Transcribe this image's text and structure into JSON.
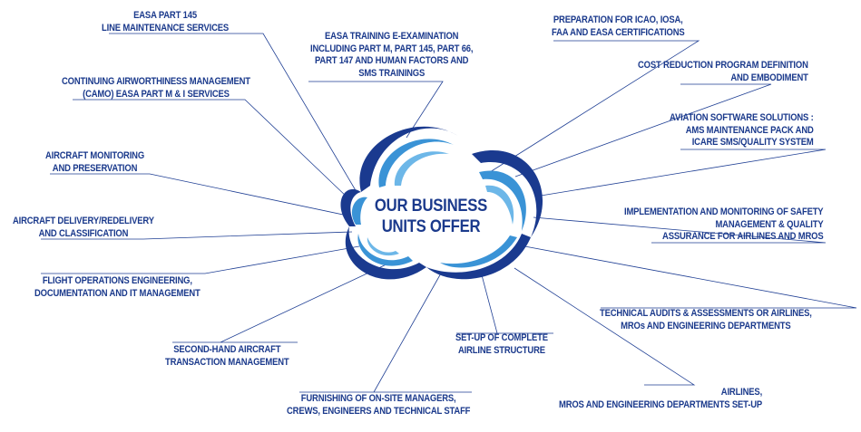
{
  "center": {
    "lines": [
      "OUR BUSINESS",
      "UNITS OFFER"
    ]
  },
  "colors": {
    "text": "#1b3a8c",
    "line": "#1f3f94",
    "swirl_dark": "#1a3a8f",
    "swirl_light": "#3a93d6"
  },
  "items": [
    {
      "lines": [
        "EASA PART 145",
        "LINE MAINTENANCE SERVICES"
      ]
    },
    {
      "lines": [
        "EASA TRAINING E-EXAMINATION",
        "INCLUDING PART M, PART 145, PART 66,",
        "PART 147 AND HUMAN FACTORS AND",
        "SMS TRAININGS"
      ]
    },
    {
      "lines": [
        "PREPARATION FOR ICAO, IOSA,",
        "FAA AND EASA CERTIFICATIONS"
      ]
    },
    {
      "lines": [
        "CONTINUING AIRWORTHINESS MANAGEMENT",
        "(CAMO)  EASA PART M & I SERVICES"
      ]
    },
    {
      "lines": [
        "COST REDUCTION PROGRAM DEFINITION",
        "AND EMBODIMENT"
      ]
    },
    {
      "lines": [
        "AVIATION SOFTWARE SOLUTIONS :",
        "AMS MAINTENANCE PACK AND",
        "ICARE SMS/QUALITY SYSTEM"
      ]
    },
    {
      "lines": [
        "AIRCRAFT MONITORING",
        "AND PRESERVATION"
      ]
    },
    {
      "lines": [
        "AIRCRAFT DELIVERY/REDELIVERY",
        "AND CLASSIFICATION"
      ]
    },
    {
      "lines": [
        "IMPLEMENTATION AND MONITORING OF SAFETY",
        "MANAGEMENT & QUALITY",
        "ASSURANCE FOR AIRLINES AND MROS"
      ]
    },
    {
      "lines": [
        "FLIGHT OPERATIONS ENGINEERING,",
        "DOCUMENTATION AND IT MANAGEMENT"
      ]
    },
    {
      "lines": [
        "TECHNICAL AUDITS & ASSESSMENTS OR AIRLINES,",
        "MROs AND ENGINEERING DEPARTMENTS"
      ]
    },
    {
      "lines": [
        "SET-UP OF COMPLETE",
        "AIRLINE STRUCTURE"
      ]
    },
    {
      "lines": [
        "SECOND-HAND AIRCRAFT",
        "TRANSACTION MANAGEMENT"
      ]
    },
    {
      "lines": [
        "AIRLINES,",
        "MROS AND ENGINEERING DEPARTMENTS SET-UP"
      ]
    },
    {
      "lines": [
        "FURNISHING OF ON-SITE MANAGERS,",
        "CREWS, ENGINEERS AND TECHNICAL STAFF"
      ]
    }
  ]
}
